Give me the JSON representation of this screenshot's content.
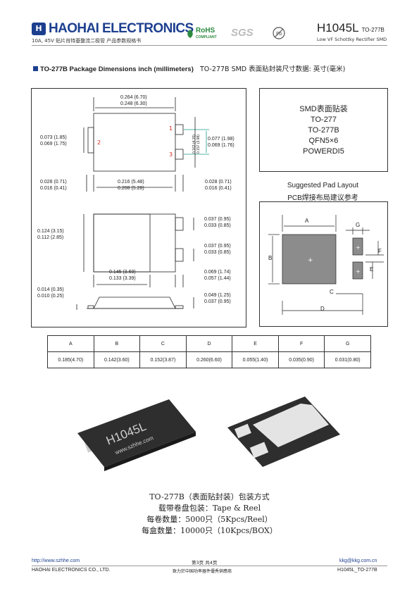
{
  "header": {
    "logo_glyph": "H",
    "brand": "HAOHAI ELECTRONICS",
    "subtitle": "10A, 45V 贴片肖特基整流二极管 产品参数规格书",
    "certs": [
      "RoHS",
      "COMPLIANT",
      "SGS",
      "Pb"
    ],
    "part": "H1045L",
    "part_pkg": "TO-277B",
    "description": "Low VF Schottky Rectifier SMD"
  },
  "section": {
    "title": "TO-277B    Package Dimensions    inch (millimeters)",
    "title_cn": "TO-277B SMD 表面贴封装尺寸数据: 英寸(毫米)"
  },
  "drawing": {
    "top_width": [
      "0.264 (6.70)",
      "0.248 (6.30)"
    ],
    "left_height": [
      "0.073 (1.85)",
      "0.069 (1.75)"
    ],
    "right_height": [
      "0.077 (1.98)",
      "0.069 (1.76)"
    ],
    "vertical_dim": [
      "0.163 (4.15)",
      "0.157 (3.98)"
    ],
    "pin_left": [
      "0.028 (0.71)",
      "0.016 (0.41)"
    ],
    "mid_width": [
      "0.216 (5.48)",
      "0.208 (5.28)"
    ],
    "pin_right": [
      "0.028 (0.71)",
      "0.016 (0.41)"
    ],
    "pin1": "1",
    "pin2": "2",
    "pin3": "3",
    "bottom_height": [
      "0.124 (3.15)",
      "0.112 (2.85)"
    ],
    "pad_height_top": [
      "0.037 (0.95)",
      "0.033 (0.85)"
    ],
    "pad_height_bot": [
      "0.037 (0.95)",
      "0.033 (0.85)"
    ],
    "pad_width": [
      "0.145 (3.69)",
      "0.133 (3.39)"
    ],
    "pad_offset": [
      "0.069 (1.74)",
      "0.057 (1.44)"
    ],
    "side_thickness": [
      "0.014 (0.35)",
      "0.010 (0.25)"
    ],
    "side_height": [
      "0.049 (1.25)",
      "0.037 (0.95)"
    ]
  },
  "names_box": [
    "SMD表面贴装",
    "TO-277",
    "TO-277B",
    "QFN5×6",
    "POWERDI5"
  ],
  "pad_layout": {
    "title": "Suggested Pad Layout",
    "title_cn": "PCB焊接布局建议参考",
    "labels": [
      "A",
      "B",
      "C",
      "D",
      "E",
      "F",
      "G"
    ]
  },
  "table": {
    "headers": [
      "A",
      "B",
      "C",
      "D",
      "E",
      "F",
      "G"
    ],
    "values": [
      "0.185(4.70)",
      "0.142(3.60)",
      "0.152(3.87)",
      "0.260(6.60)",
      "0.055(1.40)",
      "0.035(0.90)",
      "0.031(0.80)"
    ]
  },
  "photo": {
    "marking": "H1045L",
    "url": "www.szhhe.com"
  },
  "packaging": [
    "TO-277B（表面贴封装）包装方式",
    "载带卷盘包装：Tape & Reel",
    "每卷数量：5000只（5Kpcs/Reel）",
    "每盒数量：10000只（10Kpcs/BOX）"
  ],
  "footer": {
    "url": "http://www.szhhe.com",
    "page": "第3页   共4页",
    "email": "kkg@kkg.com.cn",
    "company": "HAOHAI ELECTRONICS CO., LTD.",
    "slogan": "致力於中国功率器件優秀供應商",
    "doc": "H1045L_TO-277B"
  },
  "colors": {
    "brand": "#1d3f8f",
    "pin_red": "#dd2222",
    "dim_teal": "#1a9a8a",
    "pad_gray": "#8c8c8c"
  }
}
